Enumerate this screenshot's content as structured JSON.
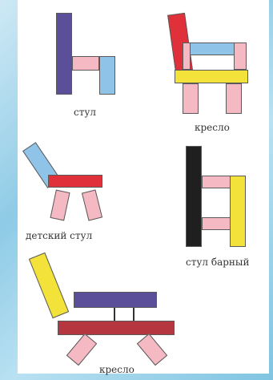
{
  "captions": {
    "chair": "стул",
    "armchair_top": "кресло",
    "kids_chair": "детский стул",
    "bar_stool": "стул барный",
    "armchair_bottom": "кресло"
  },
  "colors": {
    "pink": "#f4b9c2",
    "blue": "#8fc4e8",
    "red": "#e0303a",
    "yellow": "#f2e23a",
    "purple": "#5b4f9a",
    "black": "#1f1f1f",
    "maroon": "#b6363f"
  }
}
